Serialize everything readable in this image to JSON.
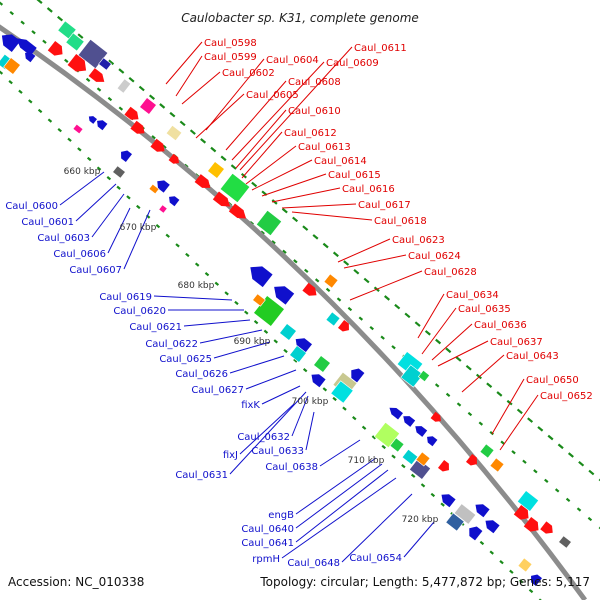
{
  "title": "Caulobacter sp. K31, complete genome",
  "accession": "Accession: NC_010338",
  "topology": "Topology: circular; Length: 5,477,872 bp; Genes: 5,117",
  "ticks": [
    "660 kbp",
    "670 kbp",
    "680 kbp",
    "690 kbp",
    "700 kbp",
    "710 kbp",
    "720 kbp"
  ],
  "red_labels": [
    "Caul_0598",
    "Caul_0599",
    "Caul_0602",
    "Caul_0604",
    "Caul_0605",
    "Caul_0608",
    "Caul_0609",
    "Caul_0610",
    "Caul_0611",
    "Caul_0612",
    "Caul_0613",
    "Caul_0614",
    "Caul_0615",
    "Caul_0616",
    "Caul_0617",
    "Caul_0618",
    "Caul_0623",
    "Caul_0624",
    "Caul_0628",
    "Caul_0634",
    "Caul_0635",
    "Caul_0636",
    "Caul_0637",
    "Caul_0643",
    "Caul_0650",
    "Caul_0652"
  ],
  "blue_labels": [
    "Caul_0600",
    "Caul_0601",
    "Caul_0603",
    "Caul_0606",
    "Caul_0607",
    "Caul_0619",
    "Caul_0620",
    "Caul_0621",
    "Caul_0622",
    "Caul_0625",
    "Caul_0626",
    "Caul_0627",
    "fixK",
    "Caul_0632",
    "fixJ",
    "Caul_0633",
    "Caul_0638",
    "Caul_0631",
    "engB",
    "Caul_0640",
    "Caul_0641",
    "rpmH",
    "Caul_0648",
    "Caul_0654"
  ],
  "colors": {
    "forward_strand": "#e00000",
    "reverse_strand": "#1010cc",
    "backbone": "#888888",
    "tick_marks": "#1a8a1a"
  }
}
